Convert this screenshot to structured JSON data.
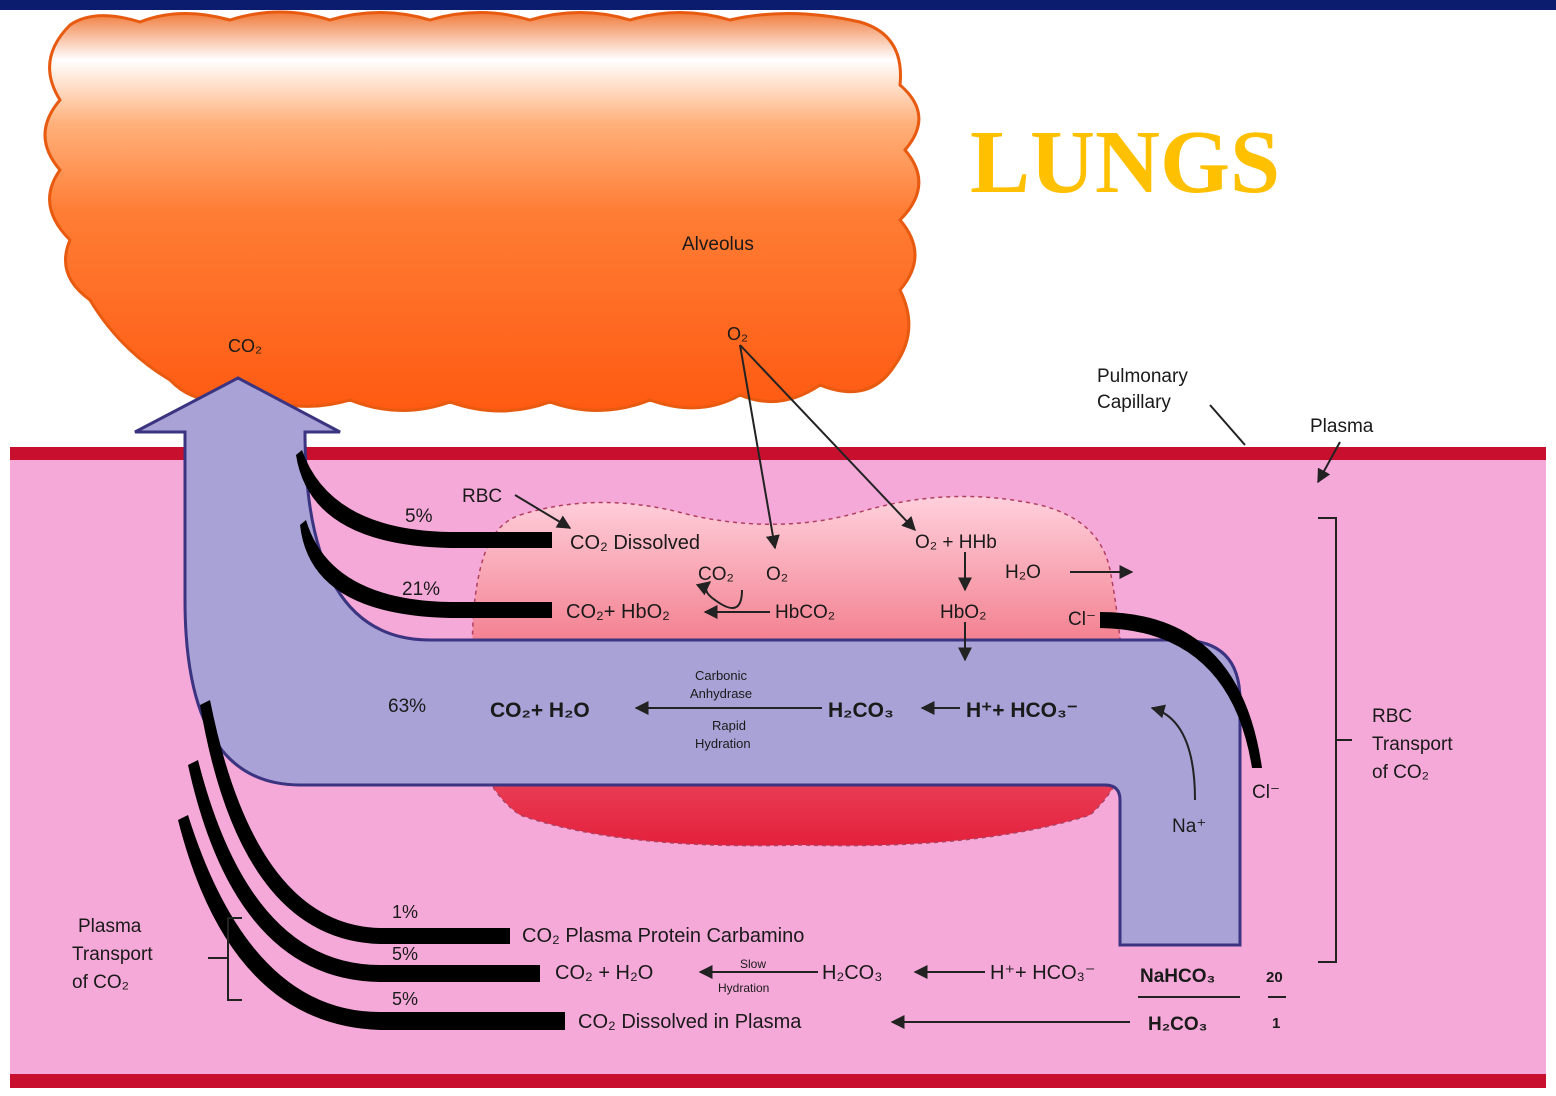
{
  "title": "LUNGS",
  "labels": {
    "alveolus": "Alveolus",
    "co2_alveolus": "CO₂",
    "o2_alveolus": "O₂",
    "pulmonary_capillary_line1": "Pulmonary",
    "pulmonary_capillary_line2": "Capillary",
    "plasma": "Plasma",
    "rbc": "RBC",
    "rbc_transport_line1": "RBC",
    "rbc_transport_line2": "Transport",
    "rbc_transport_line3": "of CO₂",
    "plasma_transport_line1": "Plasma",
    "plasma_transport_line2": "Transport",
    "plasma_transport_line3": "of CO₂",
    "na": "Na⁺",
    "cl_inside": "Cl⁻",
    "cl_outside": "Cl⁻"
  },
  "rbc_rows": [
    {
      "percent": "5%",
      "text": "CO₂ Dissolved"
    },
    {
      "percent": "21%",
      "text": "CO₂+ HbO₂"
    },
    {
      "percent": "63%",
      "text": "CO₂+ H₂O"
    }
  ],
  "rbc_reactions": {
    "co2": "CO₂",
    "o2": "O₂",
    "hbco2": "HbCO₂",
    "o2_hhb": "O₂ + HHb",
    "h2o": "H₂O",
    "hbo2": "HbO₂",
    "enzyme_line1": "Carbonic",
    "enzyme_line2": "Anhydrase",
    "rapid_line1": "Rapid",
    "rapid_line2": "Hydration",
    "h2co3": "H₂CO₃",
    "h_hco3": "H⁺+ HCO₃⁻"
  },
  "plasma_rows": [
    {
      "percent": "1%",
      "text": "CO₂ Plasma Protein Carbamino"
    },
    {
      "percent": "5%",
      "text": "CO₂ + H₂O"
    },
    {
      "percent": "5%",
      "text": "CO₂ Dissolved in Plasma"
    }
  ],
  "plasma_reactions": {
    "slow": "Slow",
    "hydration": "Hydration",
    "h2co3": "H₂CO₃",
    "h_hco3": "H⁺+ HCO₃⁻",
    "nahco3": "NaHCO₃",
    "h2co3_bottom": "H₂CO₃",
    "ratio_top": "20",
    "ratio_bottom": "1"
  },
  "colors": {
    "title": "#ffc000",
    "top_bar": "#0b1b6e",
    "vessel_wall": "#c8102e",
    "plasma": "#f5a9d8",
    "rbc": "#e8304a",
    "alveolus": "#ff6a1a",
    "big_arrow": "#a9a2d6"
  }
}
